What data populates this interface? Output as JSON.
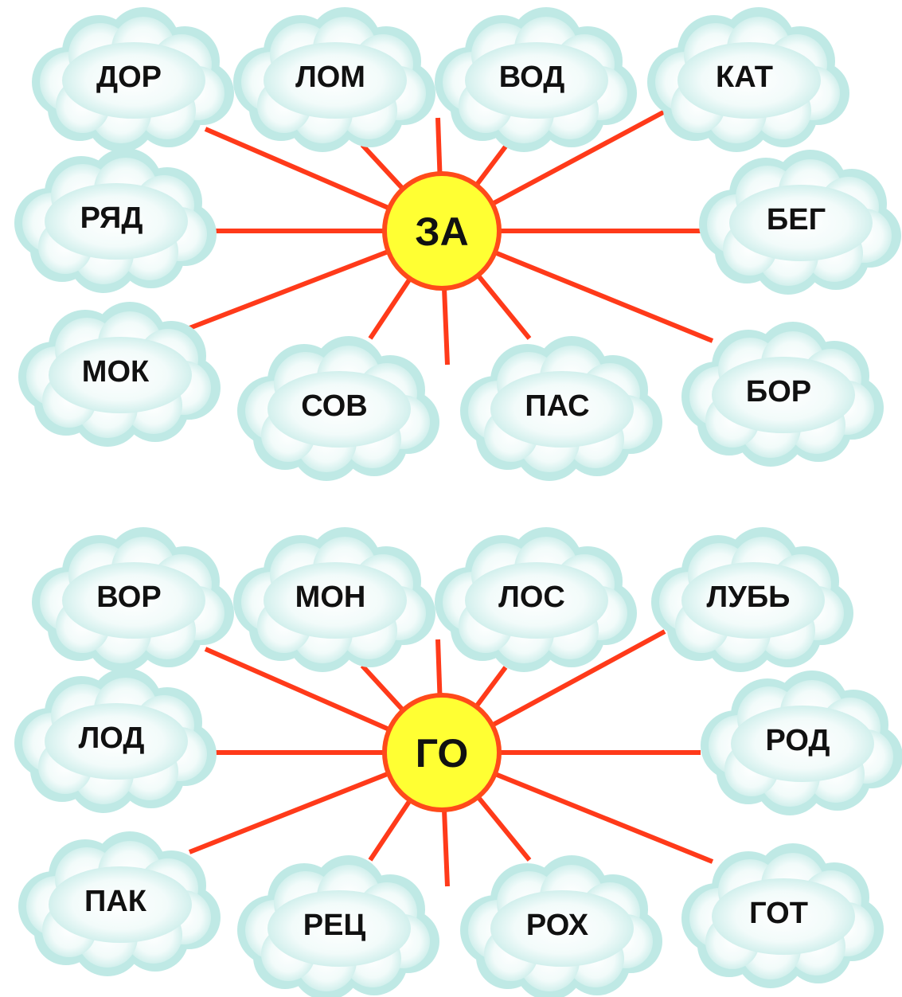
{
  "colors": {
    "cloud_fill": "#e6f7f5",
    "cloud_edge": "#a8e0dc",
    "ray": "#ff3a1a",
    "sun_fill": "#ffff33",
    "sun_edge": "#ff4a1a",
    "text": "#111111"
  },
  "diagrams": [
    {
      "center": "ЗА",
      "words": [
        "ДОР",
        "ЛОМ",
        "ВОД",
        "КАТ",
        "РЯД",
        "БЕГ",
        "МОК",
        "СОВ",
        "ПАС",
        "БОР"
      ]
    },
    {
      "center": "ГО",
      "words": [
        "ВОР",
        "МОН",
        "ЛОС",
        "ЛУБЬ",
        "ЛОД",
        "РОД",
        "ПАК",
        "РЕЦ",
        "РОХ",
        "ГОТ"
      ]
    }
  ]
}
